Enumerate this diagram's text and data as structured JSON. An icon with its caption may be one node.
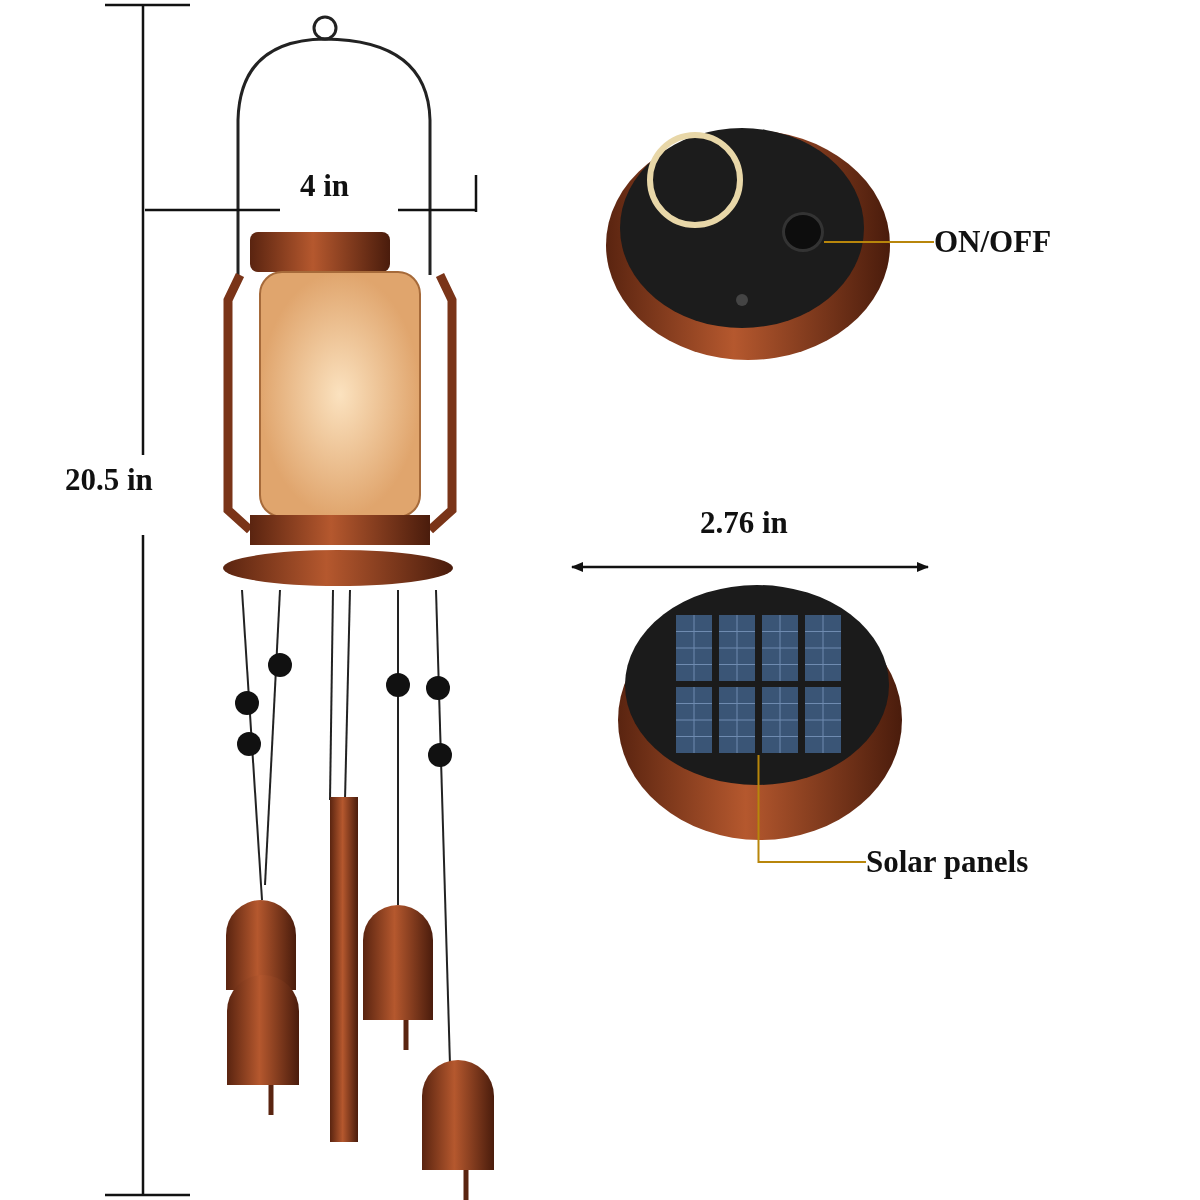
{
  "diagram": {
    "nodes": [
      {
        "text": [
          "ON/OFF"
        ]
      },
      {
        "text": [],
        "shape": "picture"
      },
      {
        "text": [
          "Solar panels"
        ]
      },
      {
        "text": [],
        "shape": "picture"
      }
    ],
    "edges": [
      {
        "from": 0,
        "to": 1,
        "arrow": "none"
      },
      {
        "from": 2,
        "to": 3,
        "arrow": "none"
      }
    ],
    "labels": [
      "4 in",
      "20.5 in",
      "2.76 in"
    ]
  }
}
